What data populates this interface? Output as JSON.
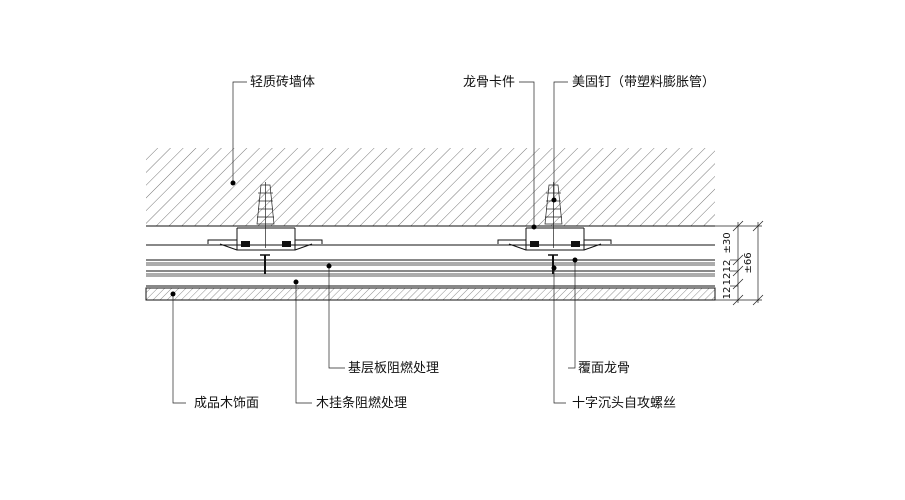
{
  "labels": {
    "brick_wall": "轻质砖墙体",
    "keel_clip": "龙骨卡件",
    "anchor": "美固钉（带塑料膨胀管）",
    "base_board": "基层板阻燃处理",
    "finish_wood": "成品木饰面",
    "wood_strip": "木挂条阻燃处理",
    "cover_keel": "覆面龙骨",
    "screw": "十字沉头自攻螺丝"
  },
  "dimensions": {
    "d12a": "12",
    "d12b": "12",
    "d12c": "12",
    "d30": "±30",
    "d66": "±66"
  },
  "colors": {
    "line": "#111111",
    "hatch": "#555555",
    "background": "#ffffff"
  }
}
